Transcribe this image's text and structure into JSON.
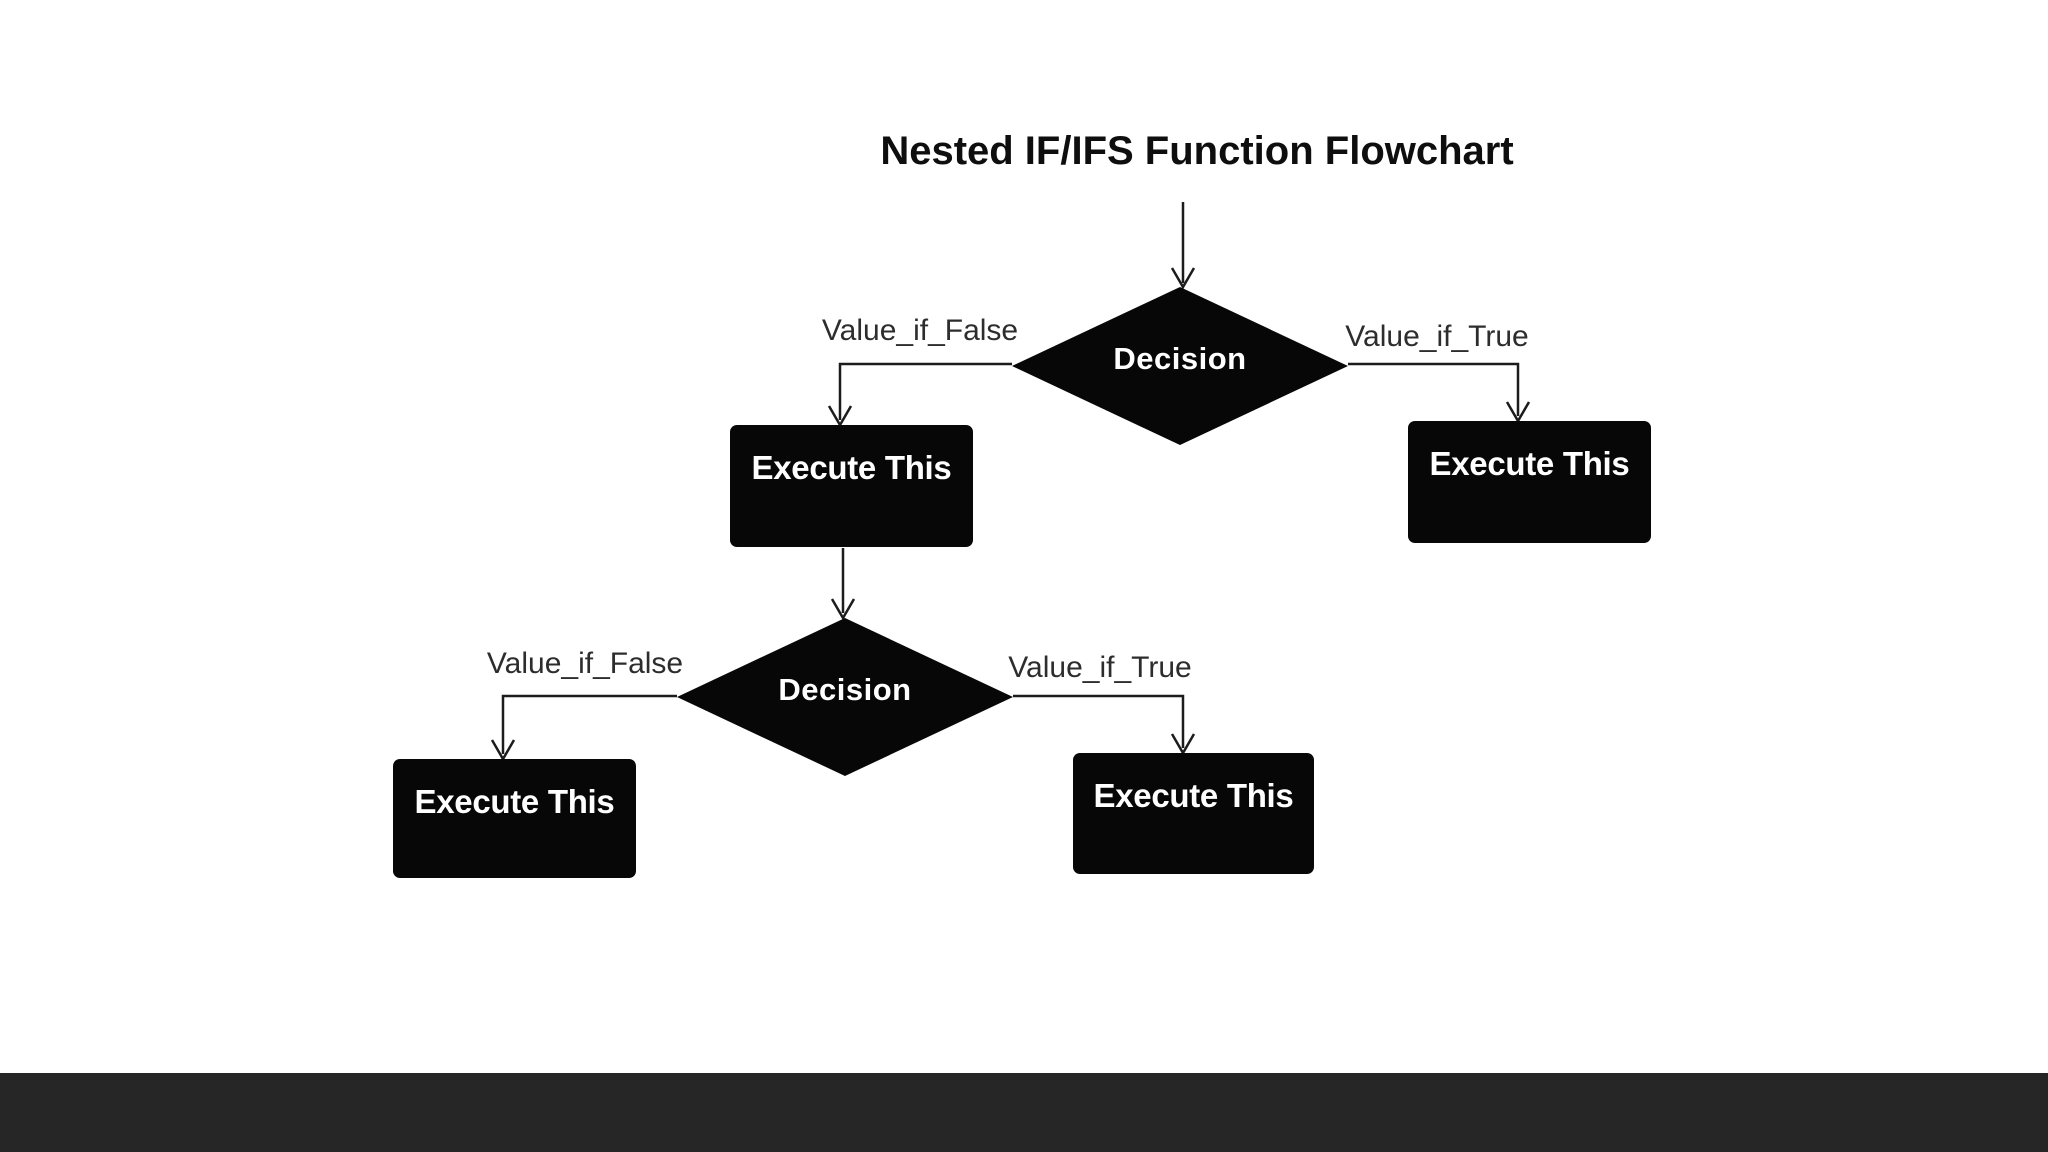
{
  "title": "Nested IF/IFS Function Flowchart",
  "nodes": {
    "decision_top": {
      "label": "Decision",
      "type": "decision"
    },
    "decision_nested": {
      "label": "Decision",
      "type": "decision"
    },
    "execute_top_left": {
      "label": "Execute This",
      "type": "process"
    },
    "execute_top_right": {
      "label": "Execute This",
      "type": "process"
    },
    "execute_bottom_left": {
      "label": "Execute This",
      "type": "process"
    },
    "execute_bottom_right": {
      "label": "Execute This",
      "type": "process"
    }
  },
  "edge_labels": {
    "top_false": "Value_if_False",
    "top_true": "Value_if_True",
    "nested_false": "Value_if_False",
    "nested_true": "Value_if_True"
  },
  "colors": {
    "background": "#ffffff",
    "node_fill": "#070707",
    "node_text": "#ffffff",
    "edge_label_text": "#2d2d2d",
    "connector_line": "#1c1c1c",
    "title_text": "#0e0e0e",
    "footer_bar": "#262626"
  }
}
